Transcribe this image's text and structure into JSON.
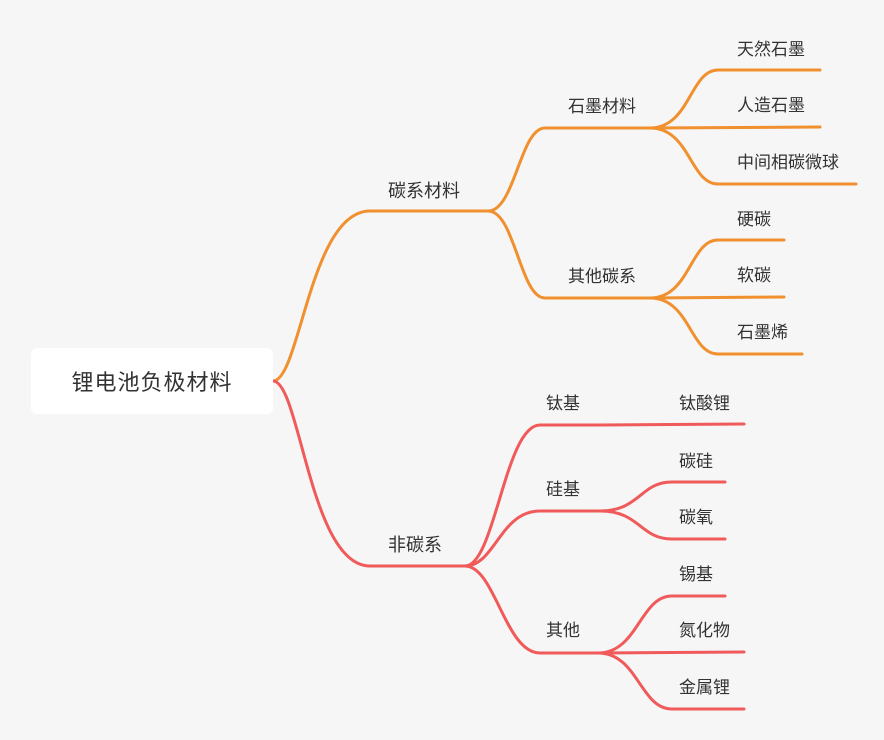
{
  "root": {
    "label": "锂电池负极材料"
  },
  "colors": {
    "carbon_branch": "#f0902f",
    "noncarbon_branch": "#f05a5a",
    "background": "#f6f6f6"
  },
  "branches": {
    "carbon": {
      "label": "碳系材料",
      "graphite": {
        "label": "石墨材料",
        "items": [
          "天然石墨",
          "人造石墨",
          "中间相碳微球"
        ]
      },
      "other": {
        "label": "其他碳系",
        "items": [
          "硬碳",
          "软碳",
          "石墨烯"
        ]
      }
    },
    "noncarbon": {
      "label": "非碳系",
      "titanium": {
        "label": "钛基",
        "items": [
          "钛酸锂"
        ]
      },
      "silicon": {
        "label": "硅基",
        "items": [
          "碳硅",
          "碳氧"
        ]
      },
      "other": {
        "label": "其他",
        "items": [
          "锡基",
          "氮化物",
          "金属锂"
        ]
      }
    }
  }
}
